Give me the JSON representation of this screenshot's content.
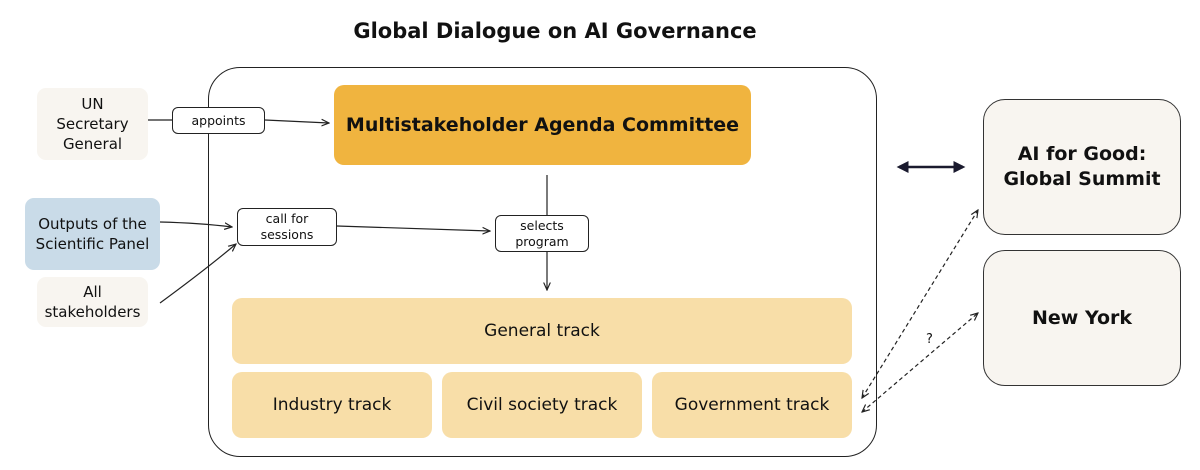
{
  "title": "Global Dialogue on AI Governance",
  "sources": {
    "un_secretary_general": "UN Secretary General",
    "scientific_panel_outputs": "Outputs of the Scientific Panel",
    "all_stakeholders": "All stakeholders"
  },
  "labels": {
    "appoints": "appoints",
    "call_for_sessions": "call for sessions",
    "selects_program": "selects program",
    "question_mark": "?"
  },
  "committee": "Multistakeholder Agenda Committee",
  "tracks": {
    "general": "General track",
    "industry": "Industry track",
    "civil_society": "Civil society track",
    "government": "Government track"
  },
  "venues": {
    "ai_for_good": "AI for Good: Global Summit",
    "new_york": "New York"
  },
  "colors": {
    "committee": "#f0b43f",
    "track": "#f8dea8",
    "scientific_panel": "#c9dbe8",
    "source_box": "#f8f5f0",
    "venue_box": "#f8f5f0"
  }
}
